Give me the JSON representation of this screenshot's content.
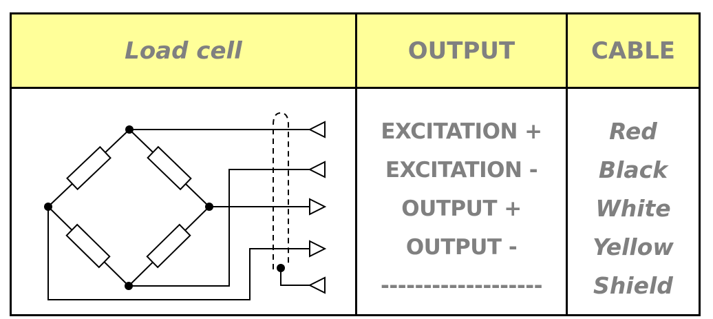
{
  "table": {
    "headers": [
      "Load cell",
      "OUTPUT",
      "CABLE"
    ],
    "header_bg": "#FFFF99",
    "text_color": "#808080",
    "border_color": "#000000"
  },
  "outputs": [
    "EXCITATION +",
    "EXCITATION -",
    "OUTPUT +",
    "OUTPUT -",
    "-------------------"
  ],
  "cables": [
    "Red",
    "Black",
    "White",
    "Yellow",
    "Shield"
  ],
  "diagram": {
    "type": "Wheatstone bridge load cell wiring",
    "resistors": 4,
    "terminals": [
      "excitation-plus",
      "excitation-minus",
      "output-plus",
      "output-minus",
      "shield"
    ],
    "terminal_directions": [
      "in",
      "in",
      "out",
      "out",
      "in"
    ],
    "shielded_cable": true
  }
}
